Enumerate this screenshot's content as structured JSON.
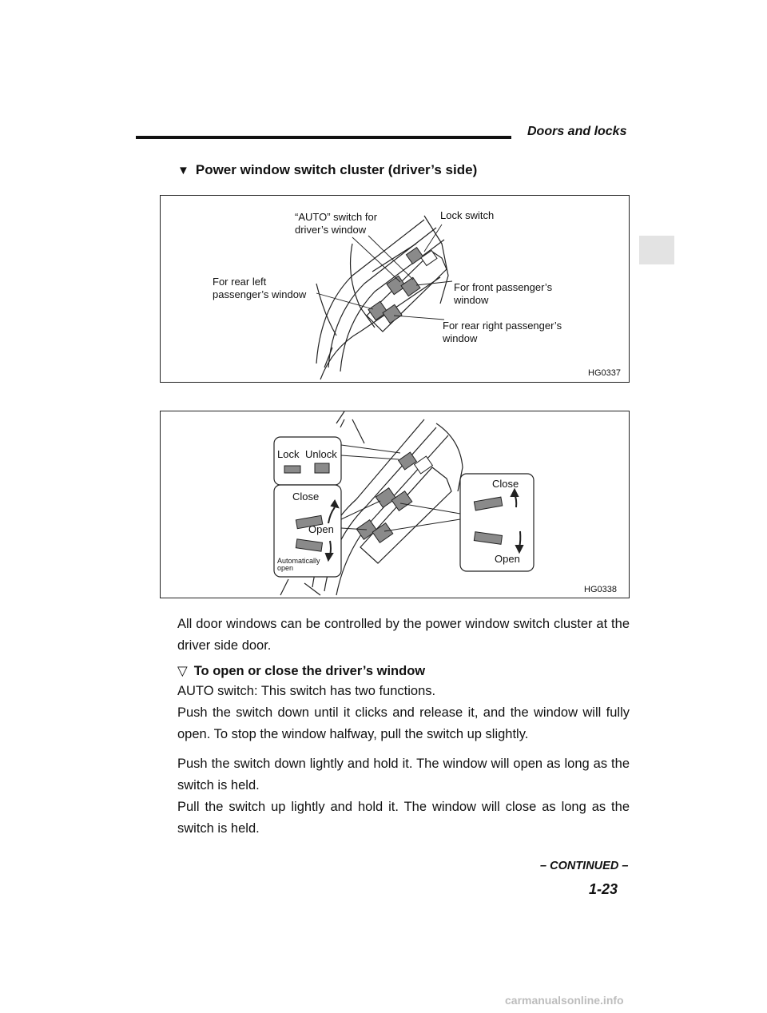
{
  "header": {
    "section_title": "Doors and locks"
  },
  "heading": {
    "marker": "▼",
    "title": "Power window switch cluster (driver’s side)"
  },
  "figure1": {
    "code": "HG0337",
    "labels": {
      "auto_switch_line1": "“AUTO” switch for",
      "auto_switch_line2": "driver’s window",
      "lock_switch": "Lock switch",
      "rear_left_line1": "For rear left",
      "rear_left_line2": "passenger’s window",
      "front_passenger_line1": "For front passenger’s",
      "front_passenger_line2": "window",
      "rear_right_line1": "For rear right passenger’s",
      "rear_right_line2": "window"
    }
  },
  "figure2": {
    "code": "HG0338",
    "labels": {
      "lock": "Lock",
      "unlock": "Unlock",
      "close_left": "Close",
      "open_left": "Open",
      "auto_open_line1": "Automatically",
      "auto_open_line2": "open",
      "close_right": "Close",
      "open_right": "Open"
    }
  },
  "body": {
    "intro": "All door windows can be controlled by the power window switch cluster at the driver side door.",
    "subheading_marker": "▽",
    "subheading": "To open or close the driver’s window",
    "p1": "AUTO switch: This switch has two functions.",
    "p2": "Push the switch down until it clicks and release it, and the window will fully open. To stop the window halfway, pull the switch up slightly.",
    "p3": "Push the switch down lightly and hold it. The window will open as long as the switch is held.",
    "p4": "Pull the switch up lightly and hold it. The window will close as long as the switch is held."
  },
  "footer": {
    "continued": "– CONTINUED –",
    "page_number": "1-23"
  },
  "watermark": "carmanualsonline.info"
}
